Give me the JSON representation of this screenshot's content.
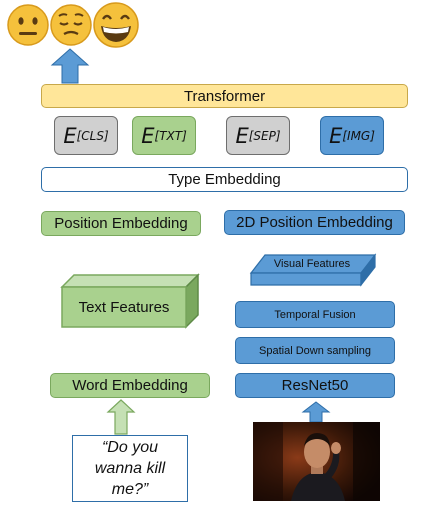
{
  "emojis": [
    {
      "name": "neutral-face",
      "face": "#f5c13c"
    },
    {
      "name": "pensive-face",
      "face": "#f5c13c"
    },
    {
      "name": "grinning-face",
      "face": "#f5c13c"
    }
  ],
  "transformer": {
    "label": "Transformer"
  },
  "embeddings": [
    {
      "main": "E",
      "sub": "[CLS]",
      "style": "gray"
    },
    {
      "main": "E",
      "sub": "[TXT]",
      "style": "green"
    },
    {
      "main": "E",
      "sub": "[SEP]",
      "style": "gray"
    },
    {
      "main": "E",
      "sub": "[IMG]",
      "style": "blue"
    }
  ],
  "type_embedding": {
    "label": "Type Embedding"
  },
  "position_embedding": {
    "label": "Position Embedding"
  },
  "position_2d_embedding": {
    "label": "2D Position Embedding"
  },
  "text_features": {
    "label": "Text Features"
  },
  "visual_features": {
    "label": "Visual Features"
  },
  "temporal_fusion": {
    "label": "Temporal Fusion"
  },
  "spatial_down": {
    "label": "Spatial Down sampling"
  },
  "word_embedding": {
    "label": "Word Embedding"
  },
  "resnet": {
    "label": "ResNet50"
  },
  "quote": {
    "line1": "“Do you",
    "line2": "wanna kill",
    "line3": "me?”"
  },
  "colors": {
    "green": "#a9d18e",
    "blue": "#5b9bd5",
    "gray": "#d0d0d0",
    "yellow": "#ffe699",
    "arrow_blue": "#5b9bd5",
    "arrow_green": "#c5e0b4"
  }
}
